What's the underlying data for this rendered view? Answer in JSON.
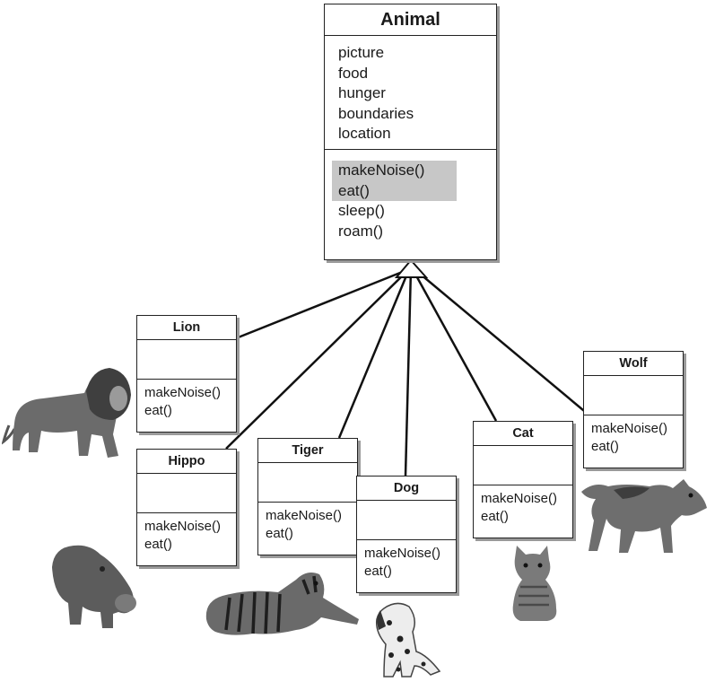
{
  "colors": {
    "ink": "#1a1a1a",
    "highlight": "#c7c7c7",
    "shadow": "#9a9a9a",
    "animal_fill": "#5e5e5e"
  },
  "animal": {
    "name": "Animal",
    "attributes": [
      "picture",
      "food",
      "hunger",
      "boundaries",
      "location"
    ],
    "methods": [
      "makeNoise()",
      "eat()",
      "sleep()",
      "roam()"
    ],
    "highlighted_methods": [
      "makeNoise()",
      "eat()"
    ]
  },
  "subclasses": [
    {
      "name": "Lion",
      "methods": [
        "makeNoise()",
        "eat()"
      ],
      "picture": "lion-icon"
    },
    {
      "name": "Hippo",
      "methods": [
        "makeNoise()",
        "eat()"
      ],
      "picture": "hippo-icon"
    },
    {
      "name": "Tiger",
      "methods": [
        "makeNoise()",
        "eat()"
      ],
      "picture": "tiger-icon"
    },
    {
      "name": "Dog",
      "methods": [
        "makeNoise()",
        "eat()"
      ],
      "picture": "dog-icon"
    },
    {
      "name": "Cat",
      "methods": [
        "makeNoise()",
        "eat()"
      ],
      "picture": "cat-icon"
    },
    {
      "name": "Wolf",
      "methods": [
        "makeNoise()",
        "eat()"
      ],
      "picture": "wolf-icon"
    }
  ],
  "relationship": "inheritance-arrow"
}
